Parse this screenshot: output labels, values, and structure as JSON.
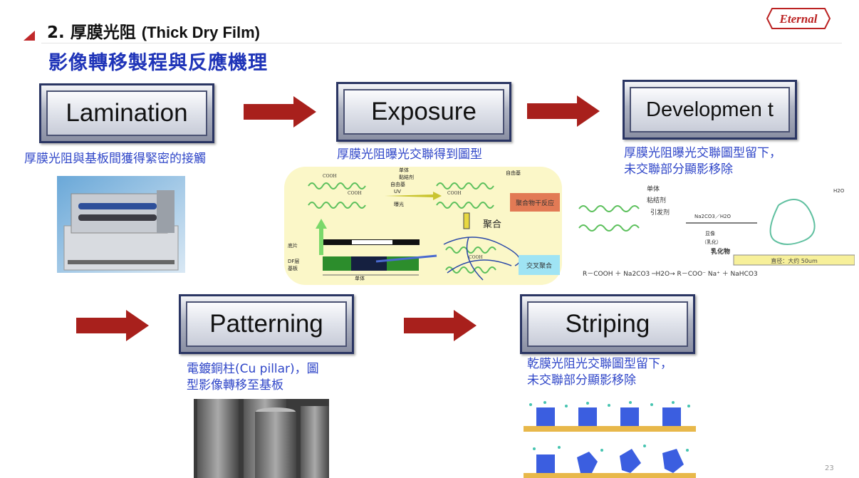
{
  "header": {
    "title_zh": "2. 厚膜光阻 ",
    "title_en": "(Thick Dry Film)",
    "subtitle": "影像轉移製程與反應機理",
    "logo_text": "Eternal"
  },
  "steps": [
    {
      "label": "Lamination",
      "caption": "厚膜光阻與基板間獲得緊密的接觸"
    },
    {
      "label": "Exposure",
      "caption": "厚膜光阻曝光交聯得到圖型"
    },
    {
      "label": "Developmen t",
      "caption_lines": [
        "厚膜光阻曝光交聯圖型留下，",
        "未交聯部分顯影移除"
      ]
    },
    {
      "label": "Patterning",
      "caption_lines": [
        "電鍍銅柱(Cu pillar)，圖",
        "型影像轉移至基板"
      ]
    },
    {
      "label": "Striping",
      "caption_lines": [
        "乾膜光阻光交聯圖型留下，",
        "未交聯部分顯影移除"
      ]
    }
  ],
  "exposure_diagram": {
    "labels": [
      "单体",
      "黏結剂",
      "自由基",
      "UV",
      "曝光",
      "自由基",
      "聚合物干反应",
      "聚合",
      "交叉聚合",
      "底片",
      "DF层",
      "基板",
      "单体"
    ],
    "group": "COOH"
  },
  "development_diagram": {
    "labels": [
      "单体",
      "粘结剂",
      "引发剂",
      "Na2CO3／H2O",
      "显像",
      "（乳化）",
      "乳化物",
      "直径：大约 50um",
      "H2O"
    ],
    "equation": "R－COOH ＋ Na2CO3 ─H2O→ R－COO⁻ Na⁺ ＋ NaHCO3"
  },
  "colors": {
    "accent_blue": "#1f34b8",
    "caption_blue": "#2f46c8",
    "arrow_red": "#a8201c",
    "box_border": "#2a3563"
  },
  "page_number": "23"
}
